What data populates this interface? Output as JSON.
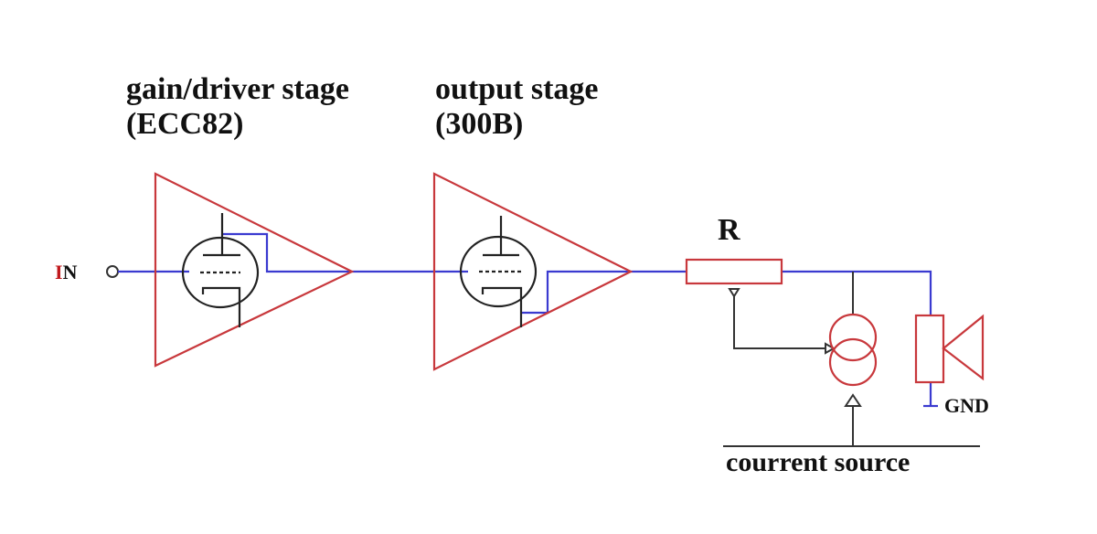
{
  "labels": {
    "stage1_title": "gain/driver stage",
    "stage1_tube": "(ECC82)",
    "stage2_title": "output stage",
    "stage2_tube": "(300B)",
    "input": "IN",
    "input_first_letter": "I",
    "input_rest": "N",
    "resistor": "R",
    "ground": "GND",
    "current_source": "courrent source"
  },
  "colors": {
    "wire": "#3a3ad0",
    "component": "#c8383c",
    "tube": "#222222",
    "control": "#333333",
    "text": "#111111",
    "input_accent": "#c0181c"
  },
  "icons": {
    "amplifier": "triangle-amplifier-icon",
    "tube": "vacuum-tube-triode-icon",
    "resistor": "resistor-icon",
    "current_source": "current-source-icon",
    "speaker": "speaker-icon",
    "ground": "ground-icon",
    "input": "input-terminal-icon"
  }
}
